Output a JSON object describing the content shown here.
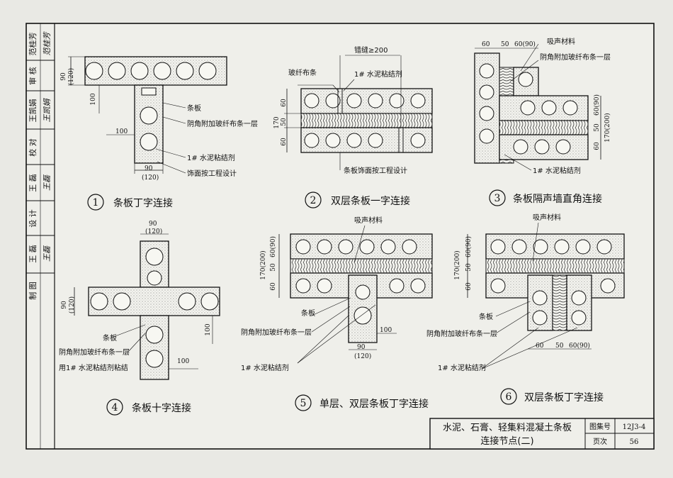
{
  "sidebar": {
    "rows": [
      {
        "role": "范桂芳",
        "sig": "范桂芳"
      },
      {
        "role": "审 核",
        "sig": ""
      },
      {
        "role": "王凯娟",
        "sig": "王凯娟"
      },
      {
        "role": "校 对",
        "sig": ""
      },
      {
        "role": "王 磊",
        "sig": "王磊"
      },
      {
        "role": "设 计",
        "sig": ""
      },
      {
        "role": "王 磊",
        "sig": "王磊"
      },
      {
        "role": "制 图",
        "sig": ""
      }
    ]
  },
  "details": [
    {
      "num": "1",
      "title": "条板丁字连接"
    },
    {
      "num": "2",
      "title": "双层条板一字连接"
    },
    {
      "num": "3",
      "title": "条板隔声墙直角连接"
    },
    {
      "num": "4",
      "title": "条板十字连接"
    },
    {
      "num": "5",
      "title": "单层、双层条板丁字连接"
    },
    {
      "num": "6",
      "title": "双层条板丁字连接"
    }
  ],
  "labels": {
    "tiaoban": "条板",
    "yinjiao": "阴角附加玻纤布条一层",
    "shuini": "1# 水泥粘结剂",
    "shimian": "饰面按工程设计",
    "boxian": "玻纤布条",
    "tiaoban_shimian": "条板饰面按工程设计",
    "cuofeng": "错缝≥200",
    "xisheng": "吸声材料",
    "yong_shuini": "用1# 水泥粘结剂粘结"
  },
  "dims": {
    "d90": "90",
    "d120": "(120)",
    "d100": "100",
    "d60": "60",
    "d50": "50",
    "d170": "170",
    "d60_90": "60(90)",
    "d170_200": "170(200)"
  },
  "title_block": {
    "title_line1": "水泥、石膏、轻集料混凝土条板",
    "title_line2": "连接节点(二)",
    "atlas_label": "图集号",
    "atlas_value": "12J3-4",
    "page_label": "页次",
    "page_value": "56"
  }
}
